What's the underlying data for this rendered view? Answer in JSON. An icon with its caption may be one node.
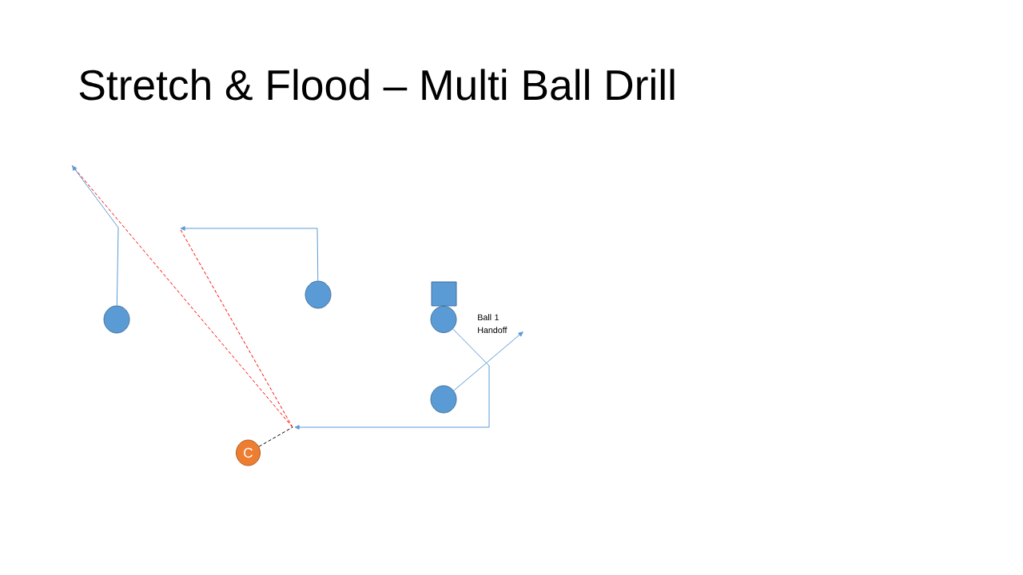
{
  "diagram": {
    "title": "Stretch & Flood – Multi Ball Drill",
    "nodes": [
      {
        "text": [],
        "shape": "circle"
      },
      {
        "text": [],
        "shape": "circle"
      },
      {
        "text": [],
        "shape": "box"
      },
      {
        "text": [],
        "shape": "circle"
      },
      {
        "text": [],
        "shape": "circle"
      },
      {
        "text": [
          "C"
        ]
      }
    ],
    "edges": [
      {
        "from": 0,
        "to": null,
        "arrow": "to"
      },
      {
        "from": 1,
        "to": null,
        "arrow": "to"
      },
      {
        "from": 3,
        "to": null,
        "arrow": "to"
      },
      {
        "from": 4,
        "to": null,
        "arrow": "to",
        "label": "Ball 1 Handoff"
      },
      {
        "from": 5,
        "to": null,
        "arrow": "none",
        "style": "dashed",
        "color": "#000000"
      }
    ]
  }
}
